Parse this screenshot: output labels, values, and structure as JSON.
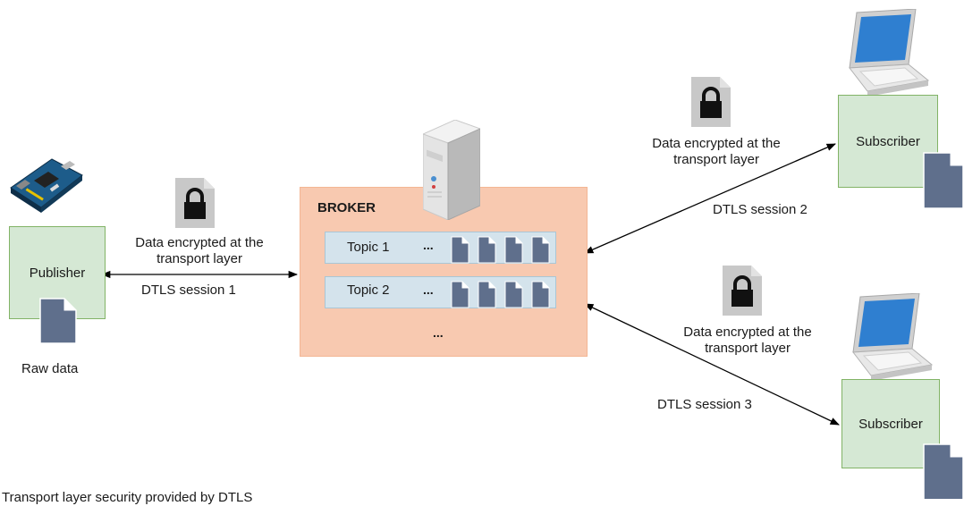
{
  "publisher": {
    "label": "Publisher",
    "raw_data_label": "Raw data"
  },
  "broker": {
    "title": "BROKER",
    "topics": [
      {
        "label": "Topic 1",
        "ellipsis": "..."
      },
      {
        "label": "Topic 2",
        "ellipsis": "..."
      }
    ],
    "more": "..."
  },
  "subscribers": [
    {
      "label": "Subscriber"
    },
    {
      "label": "Subscriber"
    }
  ],
  "links": [
    {
      "encryption_label_line1": "Data encrypted at the",
      "encryption_label_line2": "transport layer",
      "session_label": "DTLS session 1"
    },
    {
      "encryption_label_line1": "Data encrypted at the",
      "encryption_label_line2": "transport layer",
      "session_label": "DTLS session 2"
    },
    {
      "encryption_label_line1": "Data encrypted at the",
      "encryption_label_line2": "transport layer",
      "session_label": "DTLS session 3"
    }
  ],
  "caption": "Transport layer security provided by DTLS",
  "colors": {
    "node_green": "#d5e8d4",
    "broker_fill": "#f8c9b0",
    "topic_fill": "#d4e3ec",
    "document_fill": "#5f6f8c",
    "lock_doc_fill": "#c8c8c8"
  },
  "icons": [
    "microcontroller-board-icon",
    "server-tower-icon",
    "laptop-icon",
    "lock-document-icon",
    "document-icon"
  ]
}
